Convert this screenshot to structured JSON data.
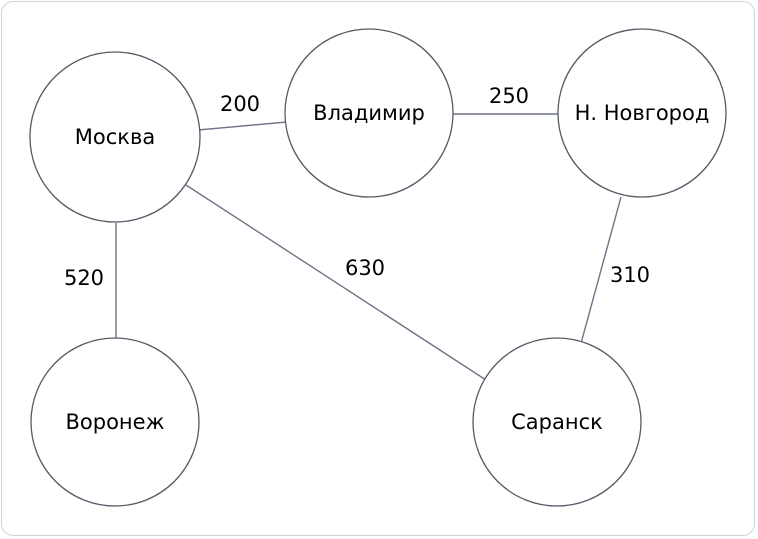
{
  "graph": {
    "nodes": [
      {
        "id": "moscow",
        "label": "Москва"
      },
      {
        "id": "vladimir",
        "label": "Владимир"
      },
      {
        "id": "novgorod",
        "label": "Н. Новгород"
      },
      {
        "id": "voronezh",
        "label": "Воронеж"
      },
      {
        "id": "saransk",
        "label": "Саранск"
      }
    ],
    "edges": [
      {
        "from": "moscow",
        "to": "vladimir",
        "weight": "200"
      },
      {
        "from": "vladimir",
        "to": "novgorod",
        "weight": "250"
      },
      {
        "from": "moscow",
        "to": "voronezh",
        "weight": "520"
      },
      {
        "from": "moscow",
        "to": "saransk",
        "weight": "630"
      },
      {
        "from": "novgorod",
        "to": "saransk",
        "weight": "310"
      }
    ]
  }
}
